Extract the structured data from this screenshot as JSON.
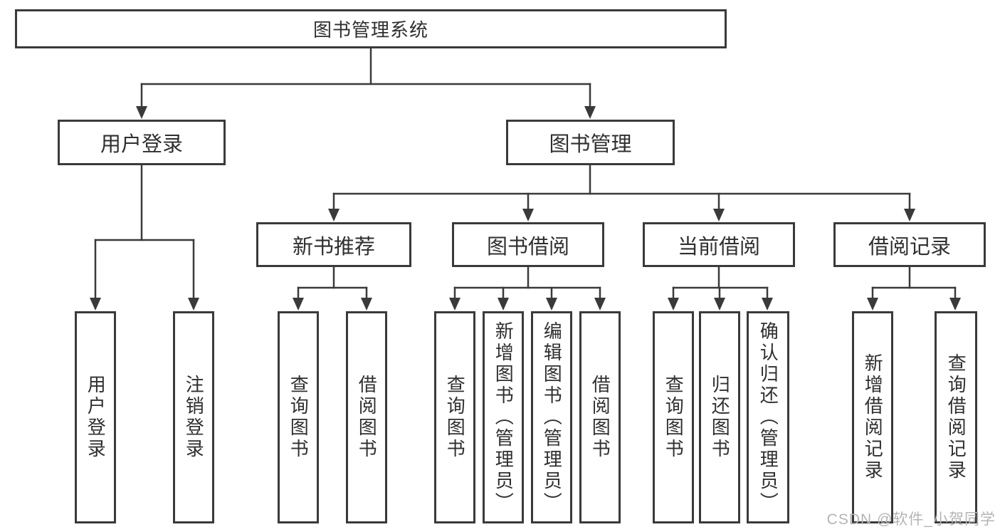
{
  "diagram": {
    "title": "图书管理系统",
    "tree": {
      "label": "图书管理系统",
      "children": [
        {
          "label": "用户登录",
          "children": [
            {
              "label": "用户登录"
            },
            {
              "label": "注销登录"
            }
          ]
        },
        {
          "label": "图书管理",
          "children": [
            {
              "label": "新书推荐",
              "children": [
                {
                  "label": "查询图书"
                },
                {
                  "label": "借阅图书"
                }
              ]
            },
            {
              "label": "图书借阅",
              "children": [
                {
                  "label": "查询图书"
                },
                {
                  "label": "新增图书（管理员）"
                },
                {
                  "label": "编辑图书（管理员）"
                },
                {
                  "label": "借阅图书"
                }
              ]
            },
            {
              "label": "当前借阅",
              "children": [
                {
                  "label": "查询图书"
                },
                {
                  "label": "归还图书"
                },
                {
                  "label": "确认归还（管理员）"
                }
              ]
            },
            {
              "label": "借阅记录",
              "children": [
                {
                  "label": "新增借阅记录"
                },
                {
                  "label": "查询借阅记录"
                }
              ]
            }
          ]
        }
      ]
    },
    "watermark": "CSDN @软件_小贺同学",
    "colors": {
      "line": "#3a3a3a",
      "box_border": "#3a3a3a",
      "text": "#2f2f2f",
      "watermark": "#b4b4b4",
      "background": "#ffffff"
    }
  }
}
